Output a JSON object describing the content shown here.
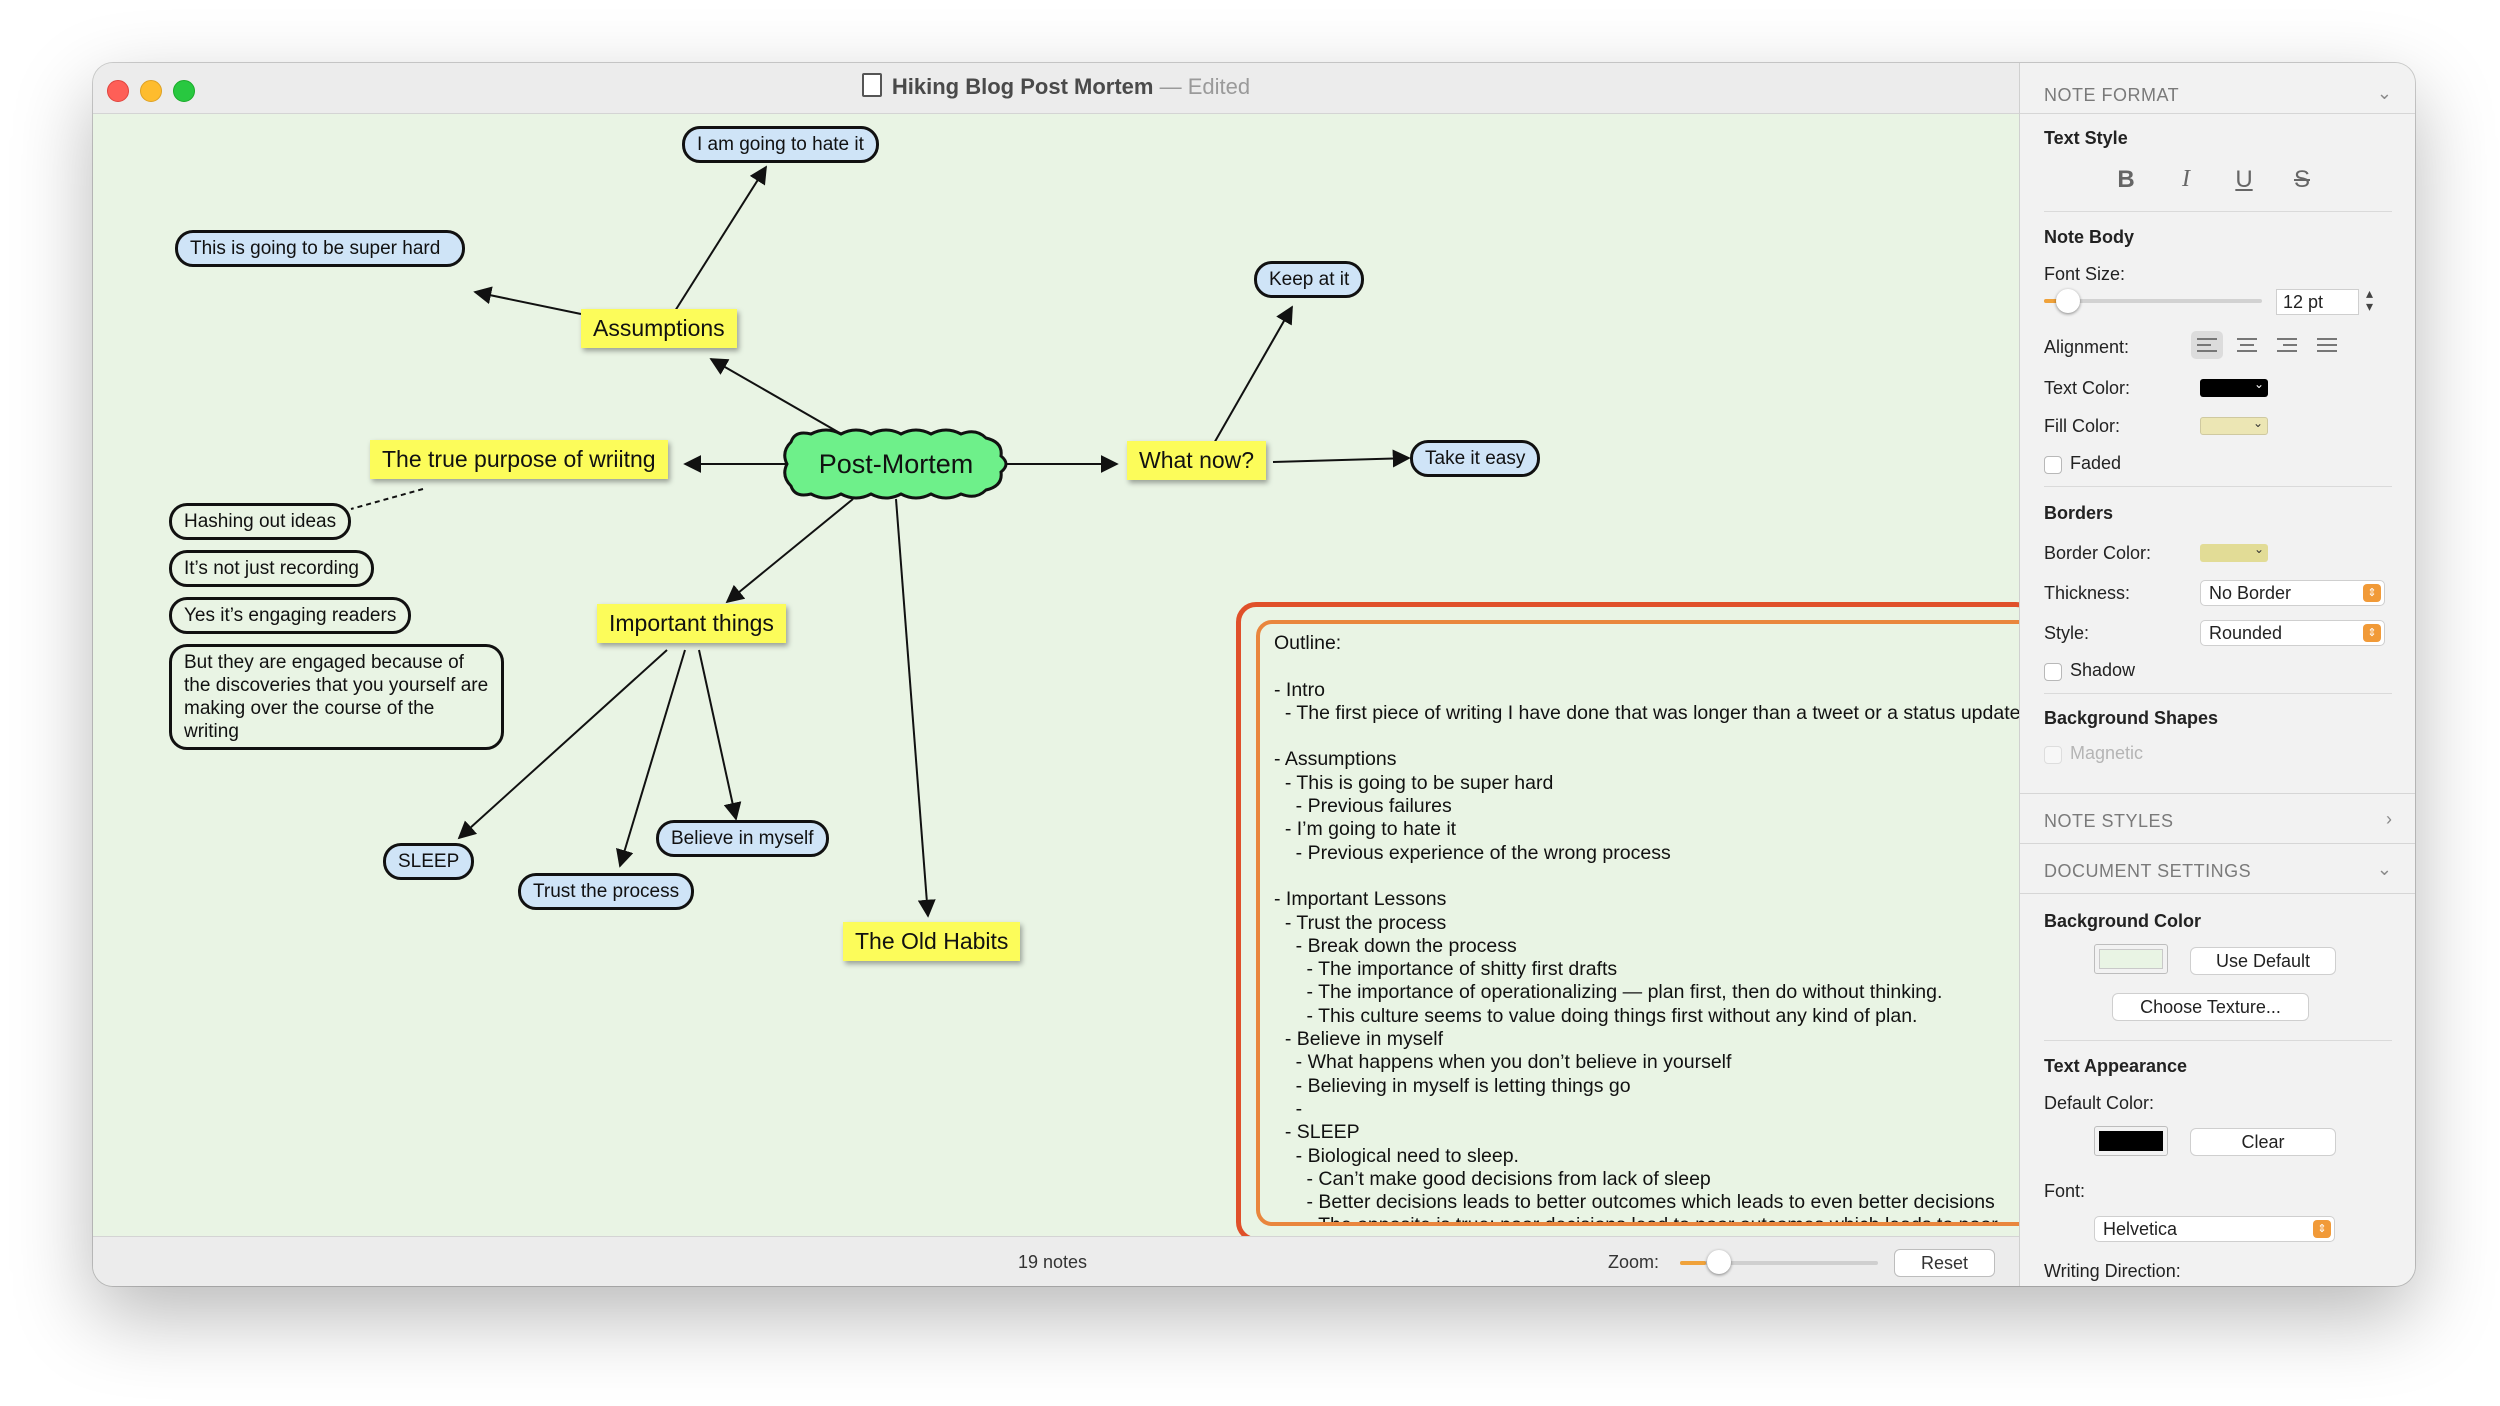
{
  "window": {
    "title": "Hiking Blog Post Mortem",
    "title_separator": "—",
    "edited": "Edited"
  },
  "colors": {
    "canvas_bg": "#e9f4e4",
    "note_yellow": "#fcfc5a",
    "note_blue": "#cfe4f7",
    "central_green": "#6ef08a",
    "outline_border_outer": "#e0502a",
    "outline_border_inner": "#e9863d",
    "accent_orange": "#f19a38"
  },
  "map": {
    "central": "Post-Mortem",
    "nodes": {
      "assumptions": "Assumptions",
      "hate": "I am going to hate it",
      "hard": "This is going to be super hard",
      "purpose": "The true purpose of wriitng",
      "hashing": "Hashing out ideas",
      "recording": "It’s not just recording",
      "engaging": "Yes it’s engaging readers",
      "discoveries": "But they are engaged because of the discoveries that you yourself are making over the course of the writing",
      "important": "Important things",
      "sleep": "SLEEP",
      "trust": "Trust the process",
      "believe": "Believe in myself",
      "oldhabits": "The Old Habits",
      "whatnow": "What now?",
      "keep": "Keep at it",
      "easy": "Take it easy"
    },
    "outline_text": "Outline:\n\n- Intro\n  - The first piece of writing I have done that was longer than a tweet or a status update\n\n- Assumptions\n  - This is going to be super hard\n    - Previous failures\n  - I’m going to hate it\n    - Previous experience of the wrong process\n\n- Important Lessons\n  - Trust the process\n    - Break down the process\n      - The importance of shitty first drafts\n      - The importance of operationalizing — plan first, then do without thinking.\n      - This culture seems to value doing things first without any kind of plan.\n  - Believe in myself\n    - What happens when you don’t believe in yourself\n    - Believing in myself is letting things go\n    -\n  - SLEEP\n    - Biological need to sleep.\n      - Can’t make good decisions from lack of sleep\n      - Better decisions leads to better outcomes which leads to even better decisions\n      - The opposite is true: poor decisions lead to poor outcomes which leads to poor\ndecisions"
  },
  "statusbar": {
    "notes_count": "19 notes",
    "zoom_label": "Zoom:",
    "zoom_level": 0.13,
    "reset": "Reset"
  },
  "inspector": {
    "note_format": "NOTE FORMAT",
    "text_style": "Text Style",
    "bold": "B",
    "italic": "I",
    "underline": "U",
    "strike": "S",
    "note_body": "Note Body",
    "font_size_label": "Font Size:",
    "font_size_value": "12 pt",
    "font_size_slider": 0.1,
    "alignment_label": "Alignment:",
    "text_color_label": "Text Color:",
    "text_color": "#000000",
    "fill_color_label": "Fill Color:",
    "fill_color": "#ece6b4",
    "faded_label": "Faded",
    "borders": "Borders",
    "border_color_label": "Border Color:",
    "border_color": "#e2dc96",
    "thickness_label": "Thickness:",
    "thickness_value": "No Border",
    "style_label": "Style:",
    "style_value": "Rounded",
    "shadow_label": "Shadow",
    "background_shapes": "Background Shapes",
    "magnetic_label": "Magnetic",
    "note_styles": "NOTE STYLES",
    "document_settings": "DOCUMENT SETTINGS",
    "background_color": "Background Color",
    "bg_swatch": "#e9f4e4",
    "use_default": "Use Default",
    "choose_texture": "Choose Texture...",
    "text_appearance": "Text Appearance",
    "default_color_label": "Default Color:",
    "default_color": "#000000",
    "clear": "Clear",
    "font_label": "Font:",
    "font_value": "Helvetica",
    "writing_direction": "Writing Direction:"
  }
}
